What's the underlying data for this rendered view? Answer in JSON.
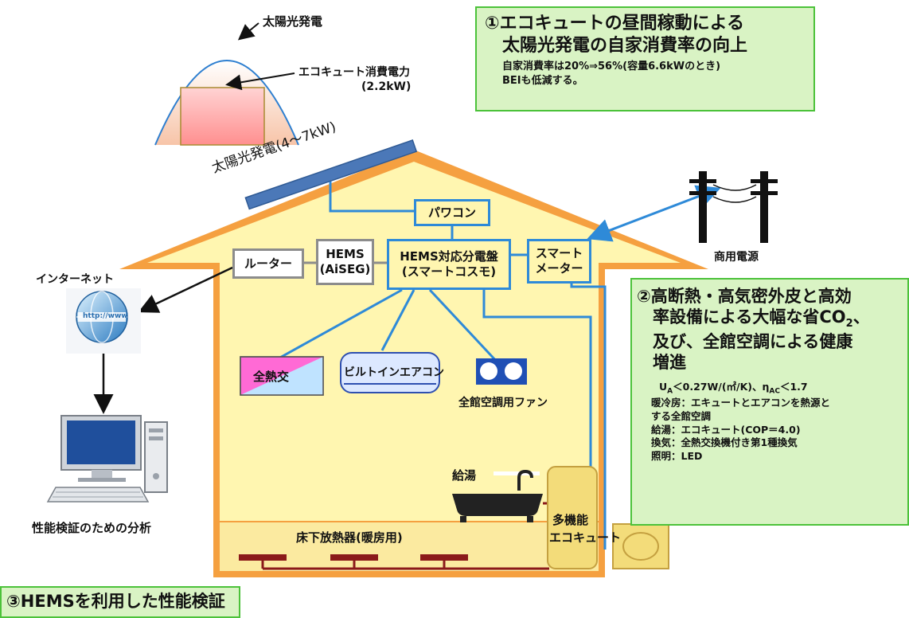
{
  "panel1": {
    "line1": "①エコキュートの昼間稼動による",
    "line2": "太陽光発電の自家消費率の向上",
    "line3": "自家消費率は20%⇒56%(容量6.6kWのとき)",
    "line4": "BEIも低減する。"
  },
  "panel2": {
    "line1": "②高断熱・高気密外皮と高効",
    "line2": "率設備による大幅な省CO",
    "line2_sub": "2",
    "line2_end": "、",
    "line3": "及び、全館空調による健康",
    "line4": "増進",
    "spec_ua": "U",
    "spec_ua_sub": "A",
    "spec_ua_rest": "＜0.27W/(㎡/K)、",
    "spec_eta": "η",
    "spec_eta_sub": "AC",
    "spec_eta_rest": "＜1.7",
    "heating1": "暖冷房：エキュートとエアコンを熱源と",
    "heating2": "する全館空調",
    "hotwater": "給湯：エコキュート(COP＝4.0)",
    "ventilation": "換気：全熱交換機付き第1種換気",
    "lighting": "照明：LED"
  },
  "panel3": {
    "title": "③HEMSを利用した性能検証"
  },
  "curve": {
    "solar_label": "太陽光発電",
    "ecocute_label": "エコキュート消費電力",
    "ecocute_kw": "(2.2kW)"
  },
  "house": {
    "solar_panel_label": "太陽光発電(4～7kW)",
    "power_conditioner": "パワコン",
    "router": "ルーター",
    "hems_line1": "HEMS",
    "hems_line2": "(AiSEG)",
    "distribution_line1": "HEMS対応分電盤",
    "distribution_line2": "(スマートコスモ)",
    "smart_meter_line1": "スマート",
    "smart_meter_line2": "メーター",
    "heat_exchanger": "全熱交",
    "builtin_ac": "ビルトインエアコン",
    "fan_label": "全館空調用ファン",
    "hot_water_label": "給湯",
    "multi_ecocute_line1": "多機能",
    "multi_ecocute_line2": "エコキュート",
    "floor_heater": "床下放熱器(暖房用)"
  },
  "external": {
    "internet": "インターネット",
    "grid": "商用電源",
    "analysis": "性能検証のための分析",
    "url_text": "http://www"
  },
  "colors": {
    "green_bg": "#d9f3c4",
    "green_border": "#4cc23a",
    "house_fill": "#fff6b0",
    "house_roof": "#f5a040",
    "wire_blue": "#2e8ad8",
    "solar_panel": "#4b78b8",
    "heater_red": "#8b1a1a",
    "ecocute_tank": "#f3dc7a"
  }
}
